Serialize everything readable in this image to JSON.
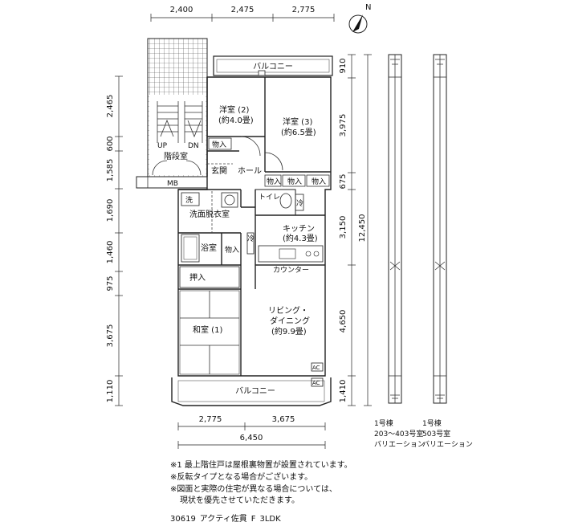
{
  "dimensions": {
    "top": [
      "2,400",
      "2,475",
      "2,775"
    ],
    "bottom_segments": [
      "2,775",
      "3,675"
    ],
    "bottom_total": "6,450",
    "left": [
      "2,465",
      "600",
      "1,585",
      "1,690",
      "1,460",
      "975",
      "3,675",
      "1,110"
    ],
    "right": [
      "910",
      "3,975",
      "675",
      "3,150",
      "4,650",
      "1,410"
    ],
    "right_total": "12,450"
  },
  "rooms": {
    "balcony_top": "バルコニー",
    "youshitsu2_name": "洋室 (2)",
    "youshitsu2_size": "(約4.0畳)",
    "youshitsu3_name": "洋室 (3)",
    "youshitsu3_size": "(約6.5畳)",
    "storage": "物入",
    "stairs_up": "UP",
    "stairs_dn": "DN",
    "stairwell": "階段室",
    "entrance": "玄関",
    "hall": "ホール",
    "mb": "MB",
    "wash": "洗",
    "washroom": "洗面脱衣室",
    "toilet": "トイレ",
    "refrigerator": "冷",
    "kitchen_name": "キッチン",
    "kitchen_size": "(約4.3畳)",
    "bathroom": "浴室",
    "counter": "カウンター",
    "closet": "押入",
    "living_name1": "リビング・",
    "living_name2": "ダイニング",
    "living_size": "(約9.9畳)",
    "washitsu_name": "和室 (1)",
    "ac": "AC",
    "balcony_bottom": "バルコニー"
  },
  "variations": [
    {
      "building": "1号棟",
      "rooms": "203～403号室",
      "type": "バリエーション"
    },
    {
      "building": "1号棟",
      "rooms": "503号室",
      "type": "バリエーション"
    }
  ],
  "notes": [
    "※1 最上階住戸は屋根裏物置が設置されています。",
    "※反転タイプとなる場合がございます。",
    "※図面と実際の住宅が異なる場合については、",
    "現状を優先させていただきます。"
  ],
  "compass": "N",
  "plan_code": "30619_アクティ佐貫_F_3LDK"
}
